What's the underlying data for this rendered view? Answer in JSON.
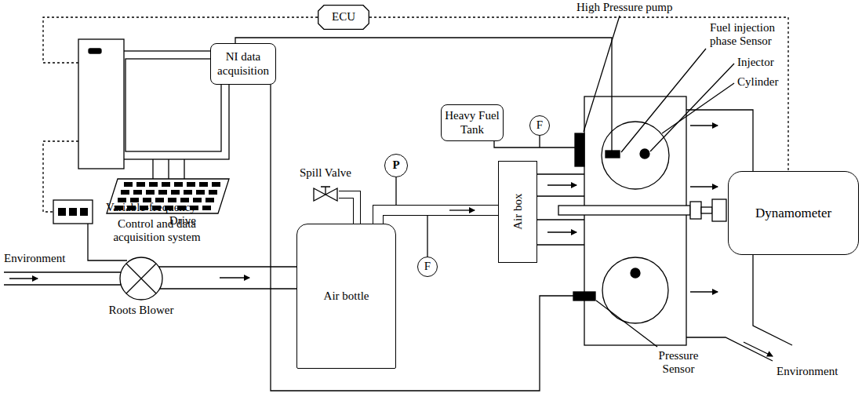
{
  "diagram": {
    "nodes": [
      {
        "text": [
          "ECU"
        ]
      },
      {
        "text": [
          "NI data acquisition"
        ]
      },
      {
        "text": [
          "Heavy Fuel Tank"
        ]
      },
      {
        "text": [
          "F"
        ]
      },
      {
        "text": [
          "P"
        ]
      },
      {
        "text": [
          "Air bottle"
        ]
      },
      {
        "text": [
          "F"
        ]
      },
      {
        "text": [
          "Air box"
        ]
      },
      {
        "text": [
          "Dynamometer"
        ]
      }
    ],
    "edges": [
      {
        "from": 0,
        "to": 8,
        "arrow": "none"
      },
      {
        "from": 5,
        "to": 7,
        "arrow": "to"
      }
    ],
    "labels": [
      "High Pressure pump",
      "Fuel injection phase Sensor",
      "Injector",
      "Cylinder",
      "Control and data acquisition system",
      "Spill Valve",
      "Variable-frequency Drive",
      "Environment",
      "Roots Blower",
      "Pressure Sensor",
      "Environment"
    ]
  }
}
